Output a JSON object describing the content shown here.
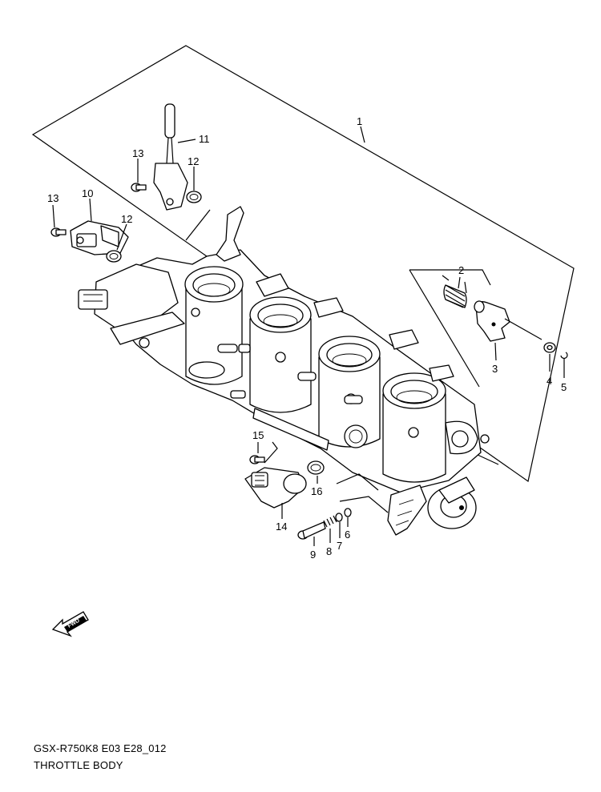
{
  "caption": {
    "code": "GSX-R750K8 E03 E28_012",
    "title": "THROTTLE BODY"
  },
  "fwd_label": "FWD",
  "callouts": {
    "p1": "1",
    "p2": "2",
    "p3": "3",
    "p4": "4",
    "p5": "5",
    "p6": "6",
    "p7": "7",
    "p8": "8",
    "p9": "9",
    "p10": "10",
    "p11": "11",
    "p12a": "12",
    "p12b": "12",
    "p13a": "13",
    "p13b": "13",
    "p14": "14",
    "p15": "15",
    "p16": "16"
  }
}
